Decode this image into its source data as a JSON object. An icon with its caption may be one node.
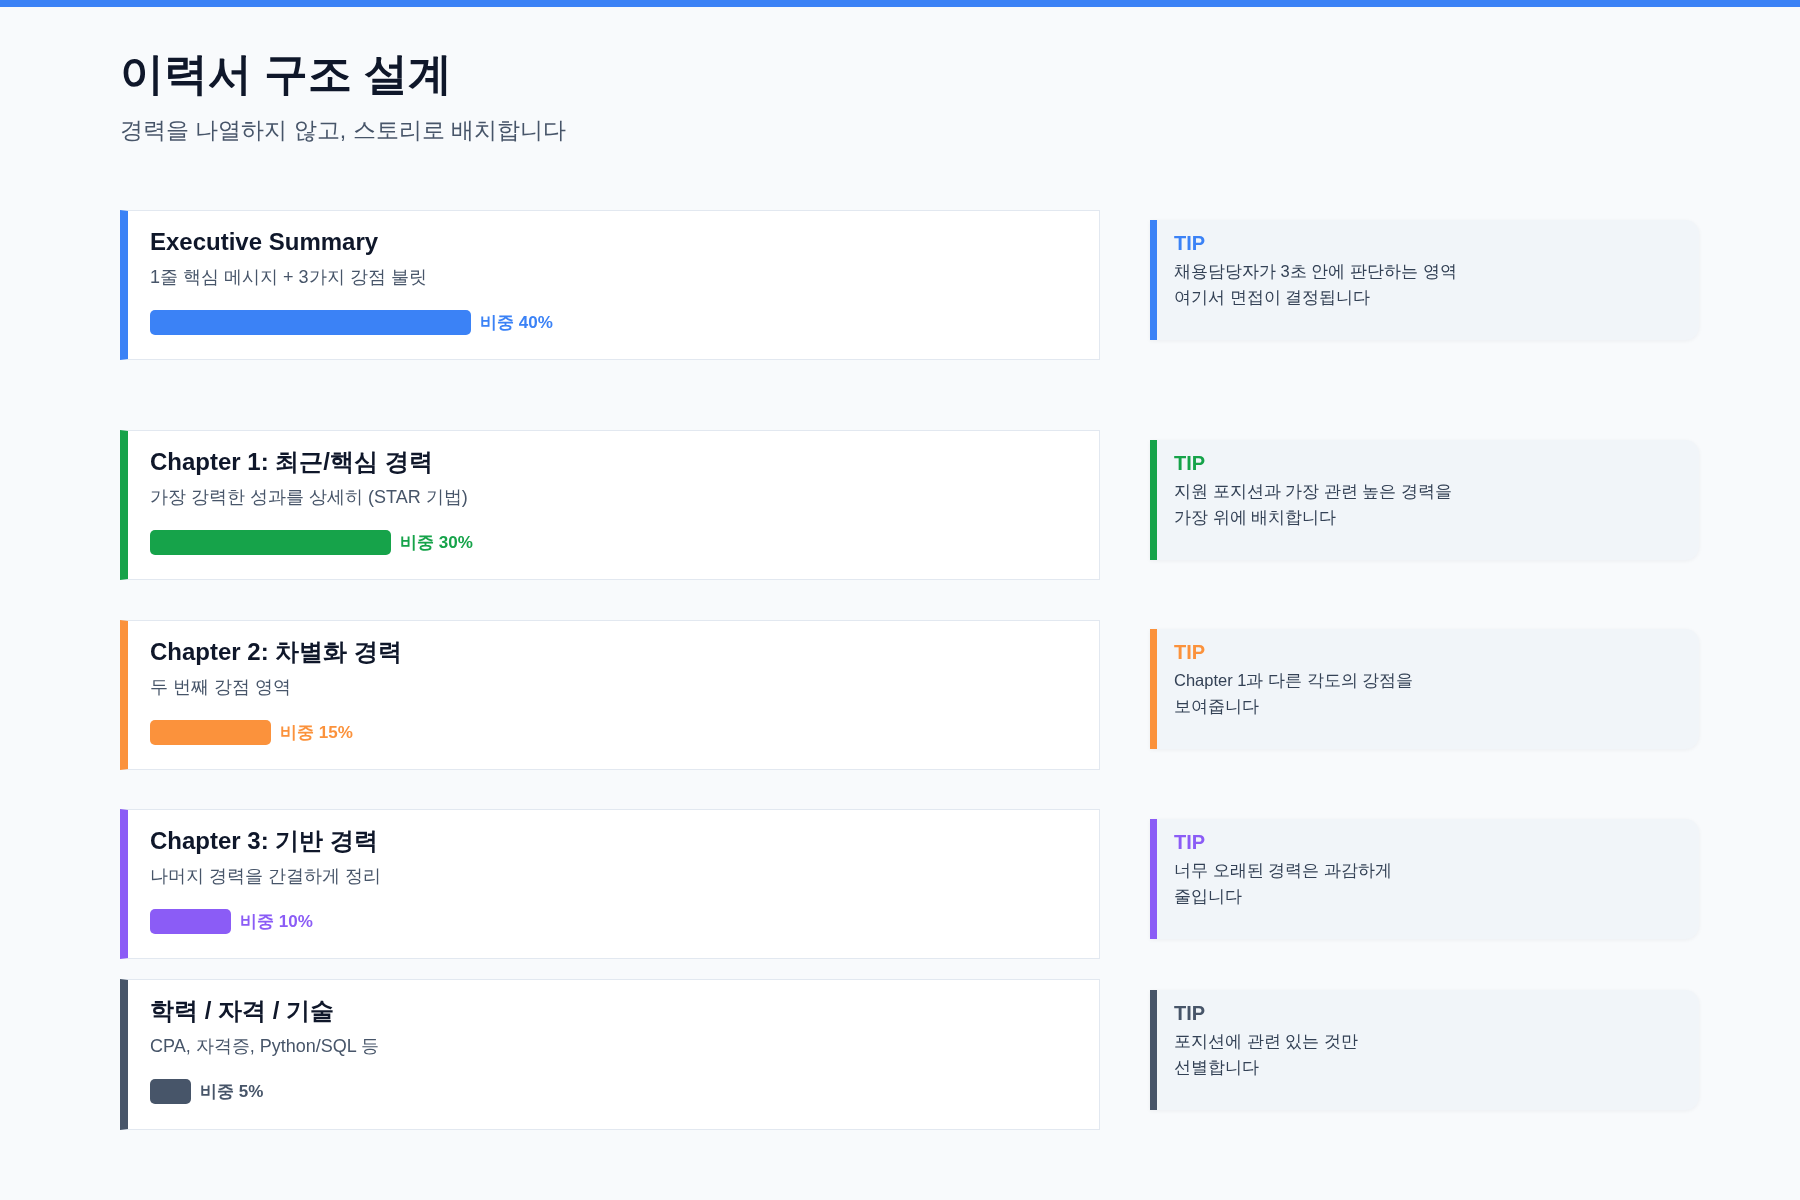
{
  "diagram": {
    "title": "이력서 구조 설계",
    "nodes": [
      {
        "text": [
          "Executive Summary",
          "1줄 핵심 메시지 + 3가지 강점 불릿"
        ]
      },
      {
        "text": [],
        "shape": "bar",
        "in": 0,
        "beside": [
          "비중 40%"
        ]
      },
      {
        "text": [
          "TIP",
          "채용담당자가 3초 안에 판단하는 영역 여기서 면접이 결정됩니다"
        ]
      },
      {
        "text": [
          "Chapter 1: 최근/핵심 경력",
          "가장 강력한 성과를 상세히 (STAR 기법)"
        ]
      },
      {
        "text": [],
        "shape": "bar",
        "in": 3,
        "beside": [
          "비중 30%"
        ]
      },
      {
        "text": [
          "TIP",
          "지원 포지션과 가장 관련 높은 경력을 가장 위에 배치합니다"
        ]
      },
      {
        "text": [
          "Chapter 2: 차별화 경력",
          "두 번째 강점 영역"
        ]
      },
      {
        "text": [],
        "shape": "bar",
        "in": 6,
        "beside": [
          "비중 15%"
        ]
      },
      {
        "text": [
          "TIP",
          "Chapter 1과 다른 각도의 강점을 보여줍니다"
        ]
      },
      {
        "text": [
          "Chapter 3: 기반 경력",
          "나머지 경력을 간결하게 정리"
        ]
      },
      {
        "text": [],
        "shape": "bar",
        "in": 9,
        "beside": [
          "비중 10%"
        ]
      },
      {
        "text": [
          "TIP",
          "너무 오래된 경력은 과감하게 줄입니다"
        ]
      },
      {
        "text": [
          "학력 / 자격 / 기술",
          "CPA, 자격증, Python/SQL 등"
        ]
      },
      {
        "text": [],
        "shape": "bar",
        "in": 12,
        "beside": [
          "비중 5%"
        ]
      },
      {
        "text": [
          "TIP",
          "포지션에 관련 있는 것만 선별합니다"
        ]
      }
    ],
    "edges": [],
    "labels": [
      "경력을 나열하지 않고, 스토리로 배치합니다"
    ]
  }
}
